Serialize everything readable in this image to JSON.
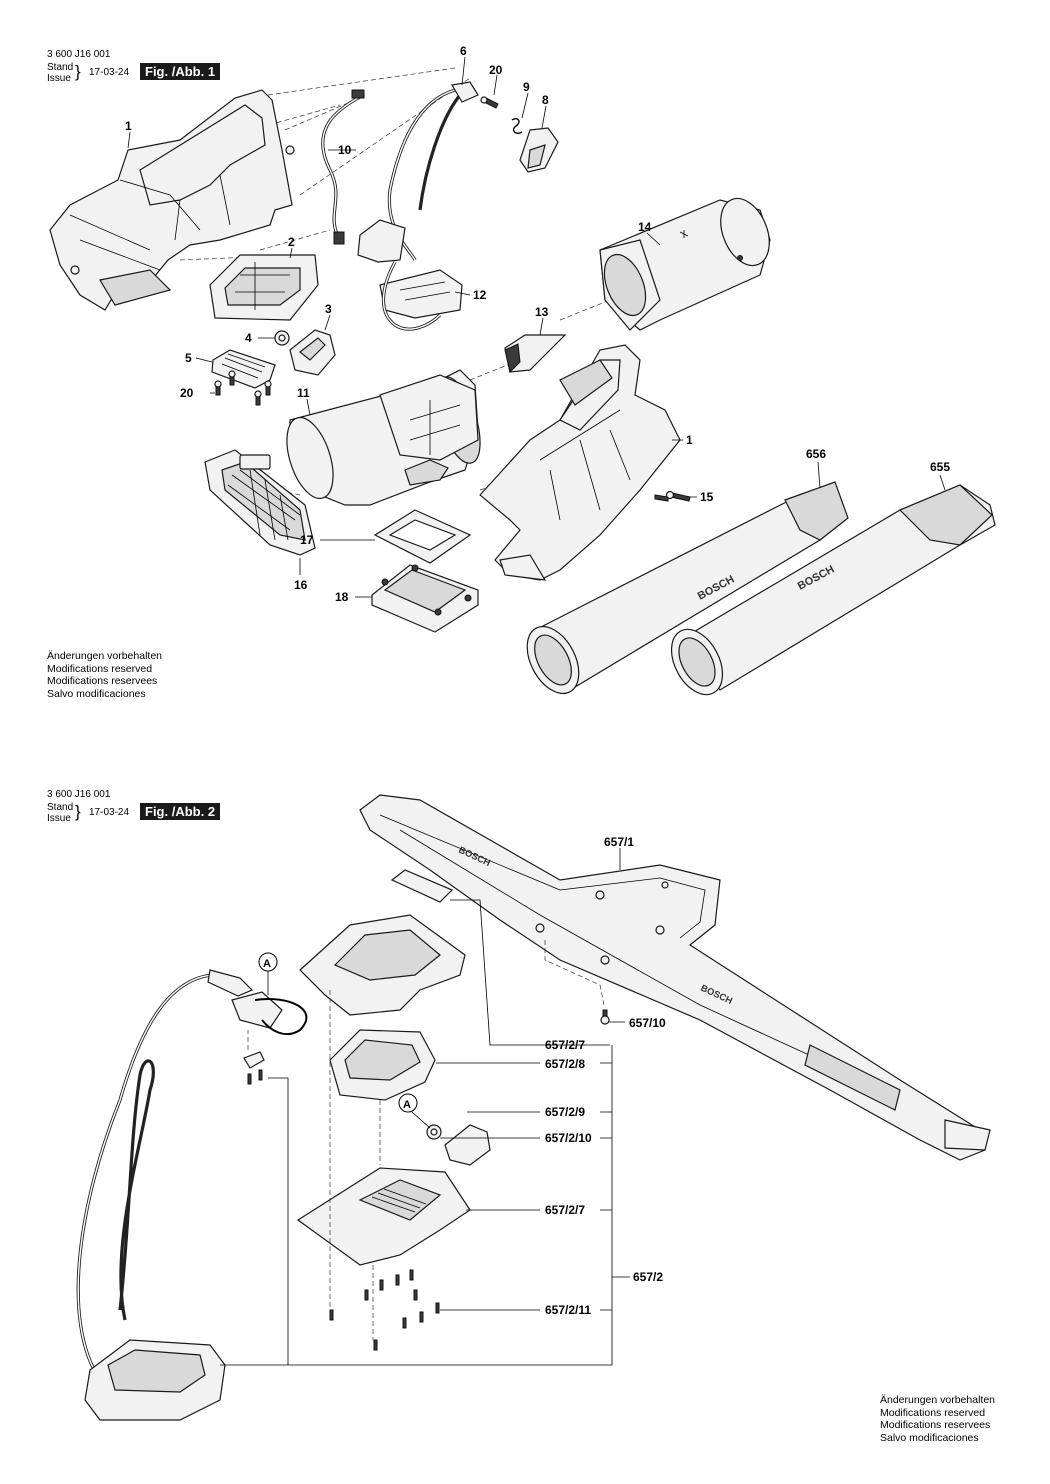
{
  "fig1": {
    "doc_number": "3 600 J16 001",
    "stand": "Stand",
    "issue": "Issue",
    "date": "17-03-24",
    "figure": "Fig. /Abb. 1",
    "labels": [
      "1",
      "2",
      "3",
      "4",
      "5",
      "6",
      "8",
      "9",
      "10",
      "11",
      "12",
      "13",
      "14",
      "1",
      "15",
      "16",
      "17",
      "18",
      "20",
      "20",
      "656",
      "655"
    ]
  },
  "fig2": {
    "doc_number": "3 600 J16 001",
    "stand": "Stand",
    "issue": "Issue",
    "date": "17-03-24",
    "figure": "Fig. /Abb. 2",
    "labels": [
      "657/1",
      "657/10",
      "657/2/7",
      "657/2/8",
      "657/2/9",
      "657/2/10",
      "657/2/7",
      "657/2",
      "657/2/11",
      "A",
      "A"
    ]
  },
  "brand_text": "BOSCH",
  "notes": [
    "Änderungen vorbehalten",
    "Modifications reserved",
    "Modifications reservees",
    "Salvo modificaciones"
  ]
}
